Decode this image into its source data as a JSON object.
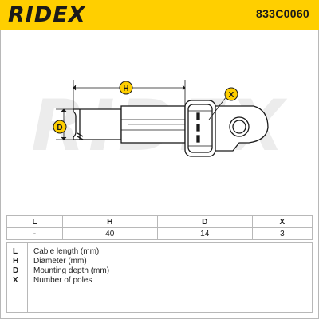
{
  "header": {
    "brand": "RIDEX",
    "part_number": "833C0060"
  },
  "drawing": {
    "watermark": "RIDEX",
    "callouts": [
      "H",
      "D",
      "X"
    ]
  },
  "spec_table": {
    "columns": [
      "L",
      "H",
      "D",
      "X"
    ],
    "values": [
      "-",
      "40",
      "14",
      "3"
    ]
  },
  "legend": [
    {
      "key": "L",
      "label": "Cable length (mm)"
    },
    {
      "key": "H",
      "label": "Diameter (mm)"
    },
    {
      "key": "D",
      "label": "Mounting depth (mm)"
    },
    {
      "key": "X",
      "label": "Number of poles"
    }
  ],
  "colors": {
    "brand_yellow": "#ffcf00",
    "watermark": "#e6e6e6"
  }
}
